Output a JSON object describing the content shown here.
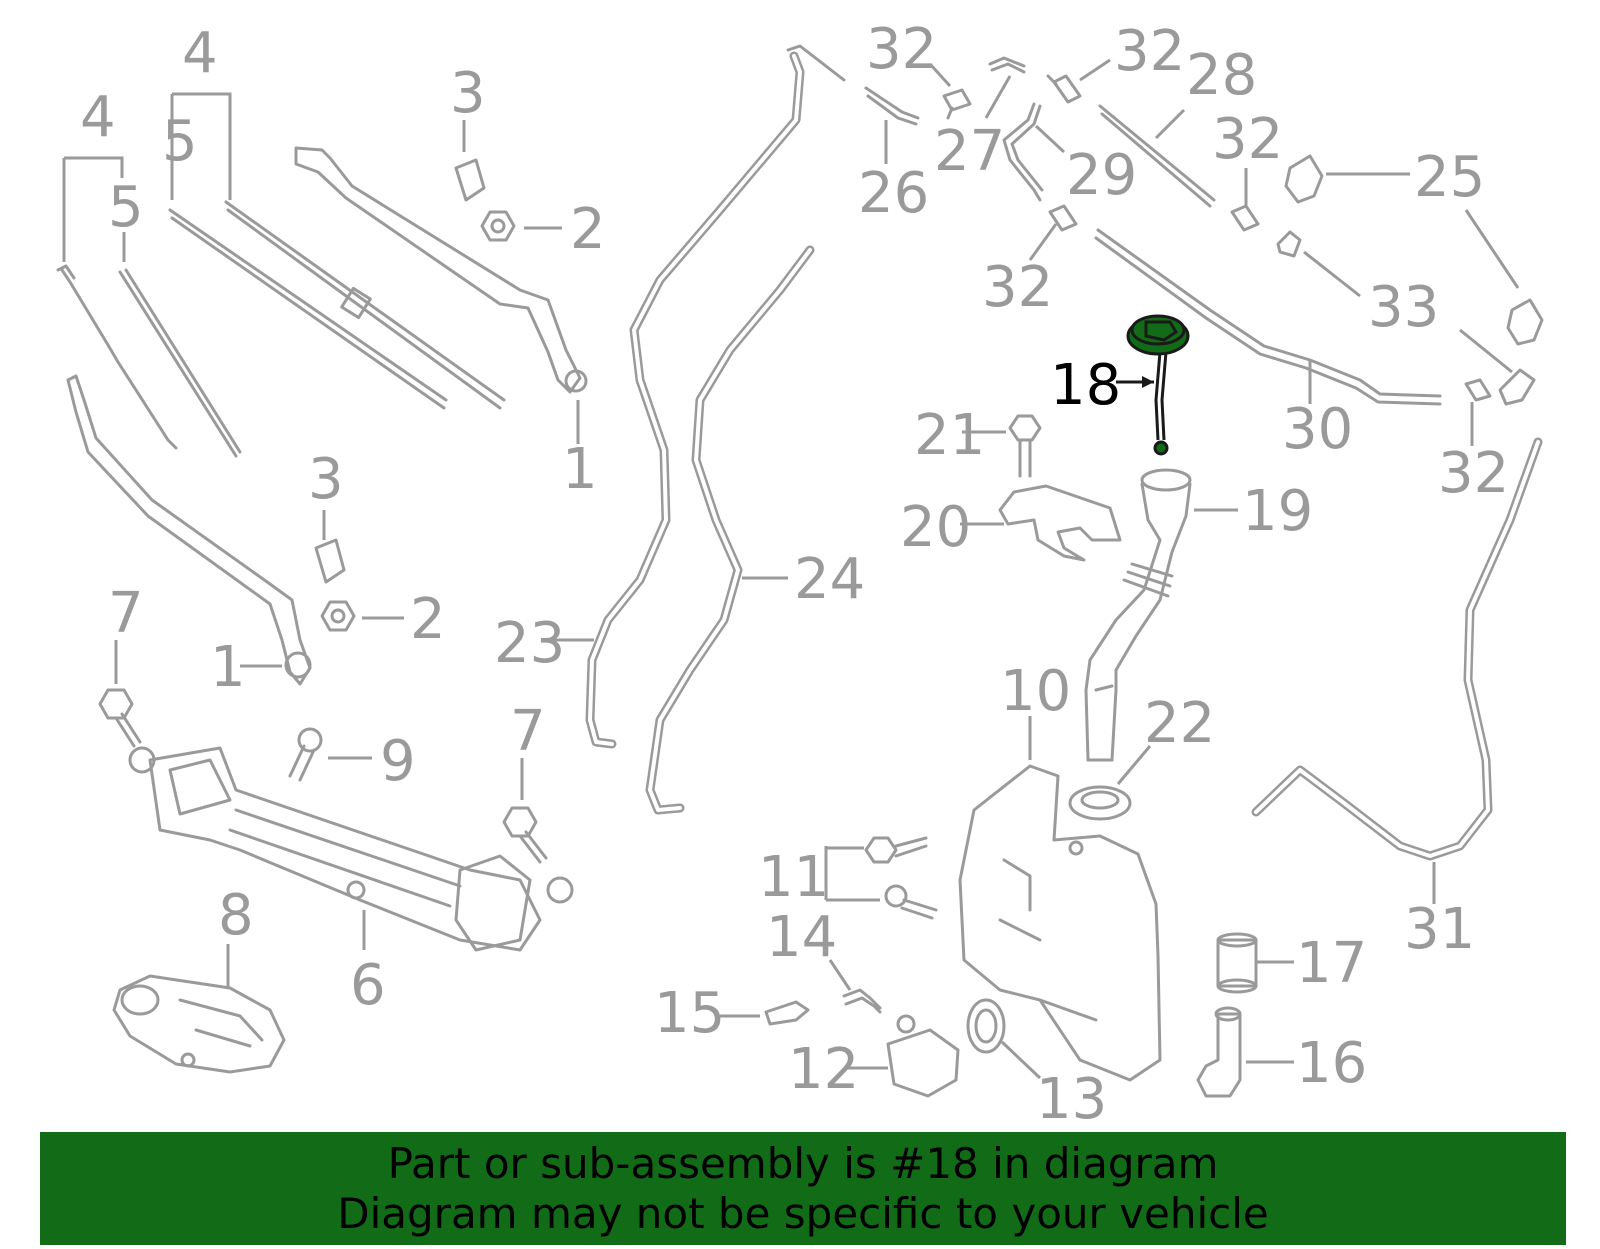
{
  "diagram": {
    "callouts": {
      "c1a": "1",
      "c1b": "1",
      "c2a": "2",
      "c2b": "2",
      "c3a": "3",
      "c3b": "3",
      "c4a": "4",
      "c4b": "4",
      "c5a": "5",
      "c5b": "5",
      "c6": "6",
      "c7a": "7",
      "c7b": "7",
      "c8": "8",
      "c9": "9",
      "c10": "10",
      "c11": "11",
      "c12": "12",
      "c13": "13",
      "c14": "14",
      "c15": "15",
      "c16": "16",
      "c17": "17",
      "c18": "18",
      "c19": "19",
      "c20": "20",
      "c21": "21",
      "c22": "22",
      "c23": "23",
      "c24": "24",
      "c25": "25",
      "c26": "26",
      "c27": "27",
      "c28": "28",
      "c29": "29",
      "c30": "30",
      "c31": "31",
      "c32a": "32",
      "c32b": "32",
      "c32c": "32",
      "c32d": "32",
      "c32e": "32",
      "c33": "33"
    },
    "highlight_color": "#126b16",
    "line_color": "#9a9a9a"
  },
  "banner": {
    "line1": "Part or sub-assembly is #18 in diagram",
    "line2": "Diagram may not be specific to your vehicle",
    "background": "#126b16"
  }
}
